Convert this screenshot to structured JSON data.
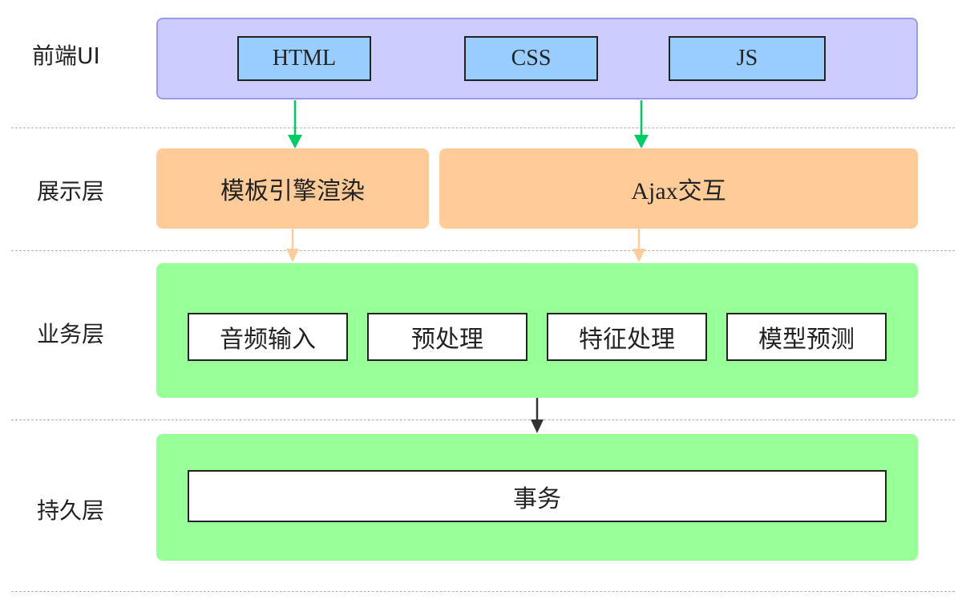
{
  "layers": {
    "frontend": "前端UI",
    "presentation": "展示层",
    "business": "业务层",
    "persistence": "持久层"
  },
  "frontend": {
    "html": "HTML",
    "css": "CSS",
    "js": "JS"
  },
  "presentation": {
    "template_rendering": "模板引擎渲染",
    "ajax": "Ajax交互"
  },
  "business": {
    "modules": [
      "音频输入",
      "预处理",
      "特征处理",
      "模型预测"
    ]
  },
  "persistence": {
    "transaction": "事务"
  },
  "colors": {
    "frontend_bg": "#ccccff",
    "frontend_border": "#9a9ae8",
    "tech_box": "#99ccff",
    "presentation": "#ffcc99",
    "business": "#99ff99",
    "green_arrow": "#00cc66",
    "orange_arrow": "#ffcc99",
    "dark_arrow": "#333333",
    "divider": "#b0b0b0"
  }
}
